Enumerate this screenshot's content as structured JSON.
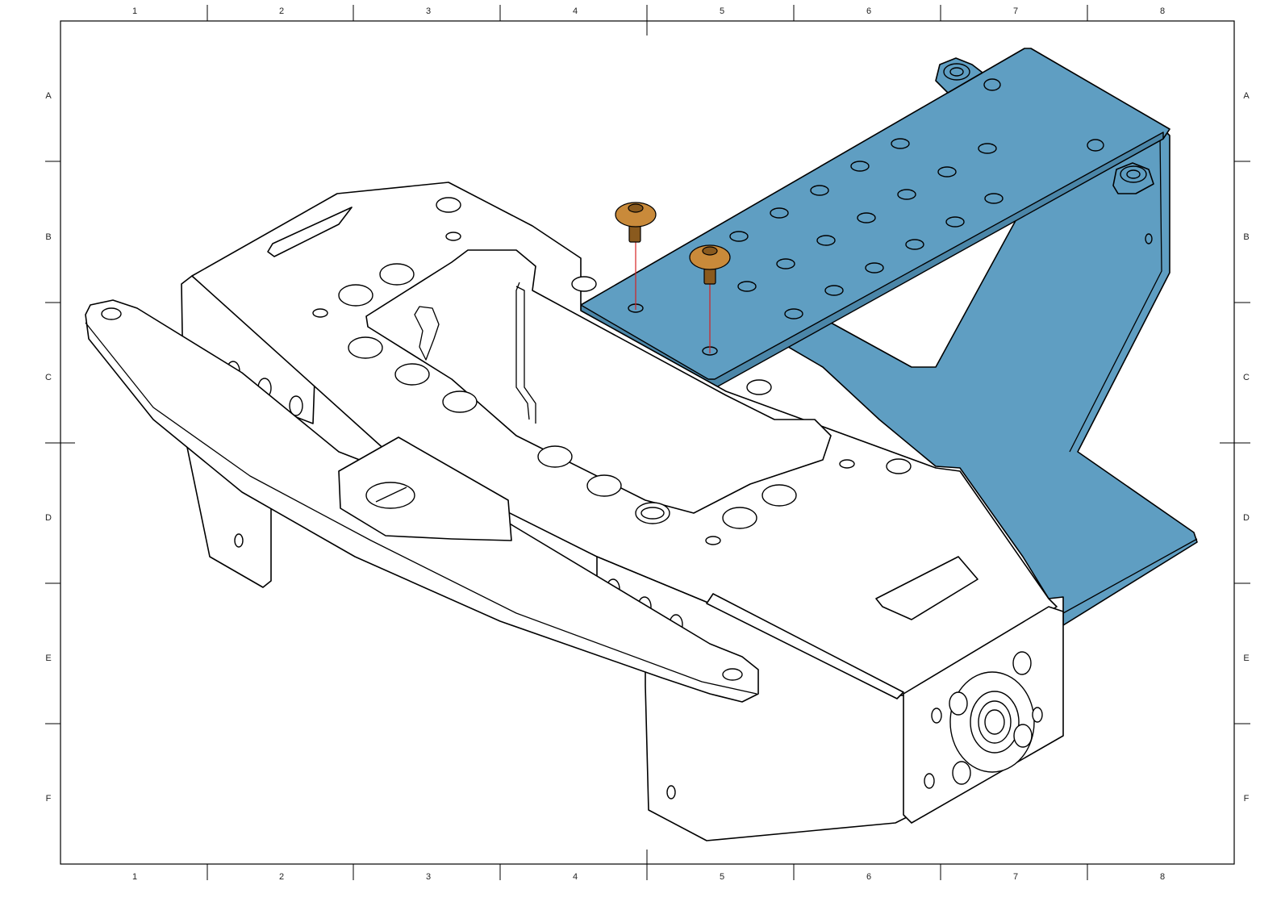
{
  "drawing": {
    "column_labels": [
      "1",
      "2",
      "3",
      "4",
      "5",
      "6",
      "7",
      "8"
    ],
    "row_labels": [
      "A",
      "B",
      "C",
      "D",
      "E",
      "F"
    ]
  },
  "colors": {
    "bracket": "#5f9ec2",
    "bracket_dark": "#4b86a8",
    "screw": "#c98a3a",
    "screw_dark": "#8a5a1e",
    "assembly_axis": "#d42020"
  },
  "icons": {
    "bracket": "blue-mounting-bracket-icon",
    "screws": "button-head-screw-icon"
  }
}
